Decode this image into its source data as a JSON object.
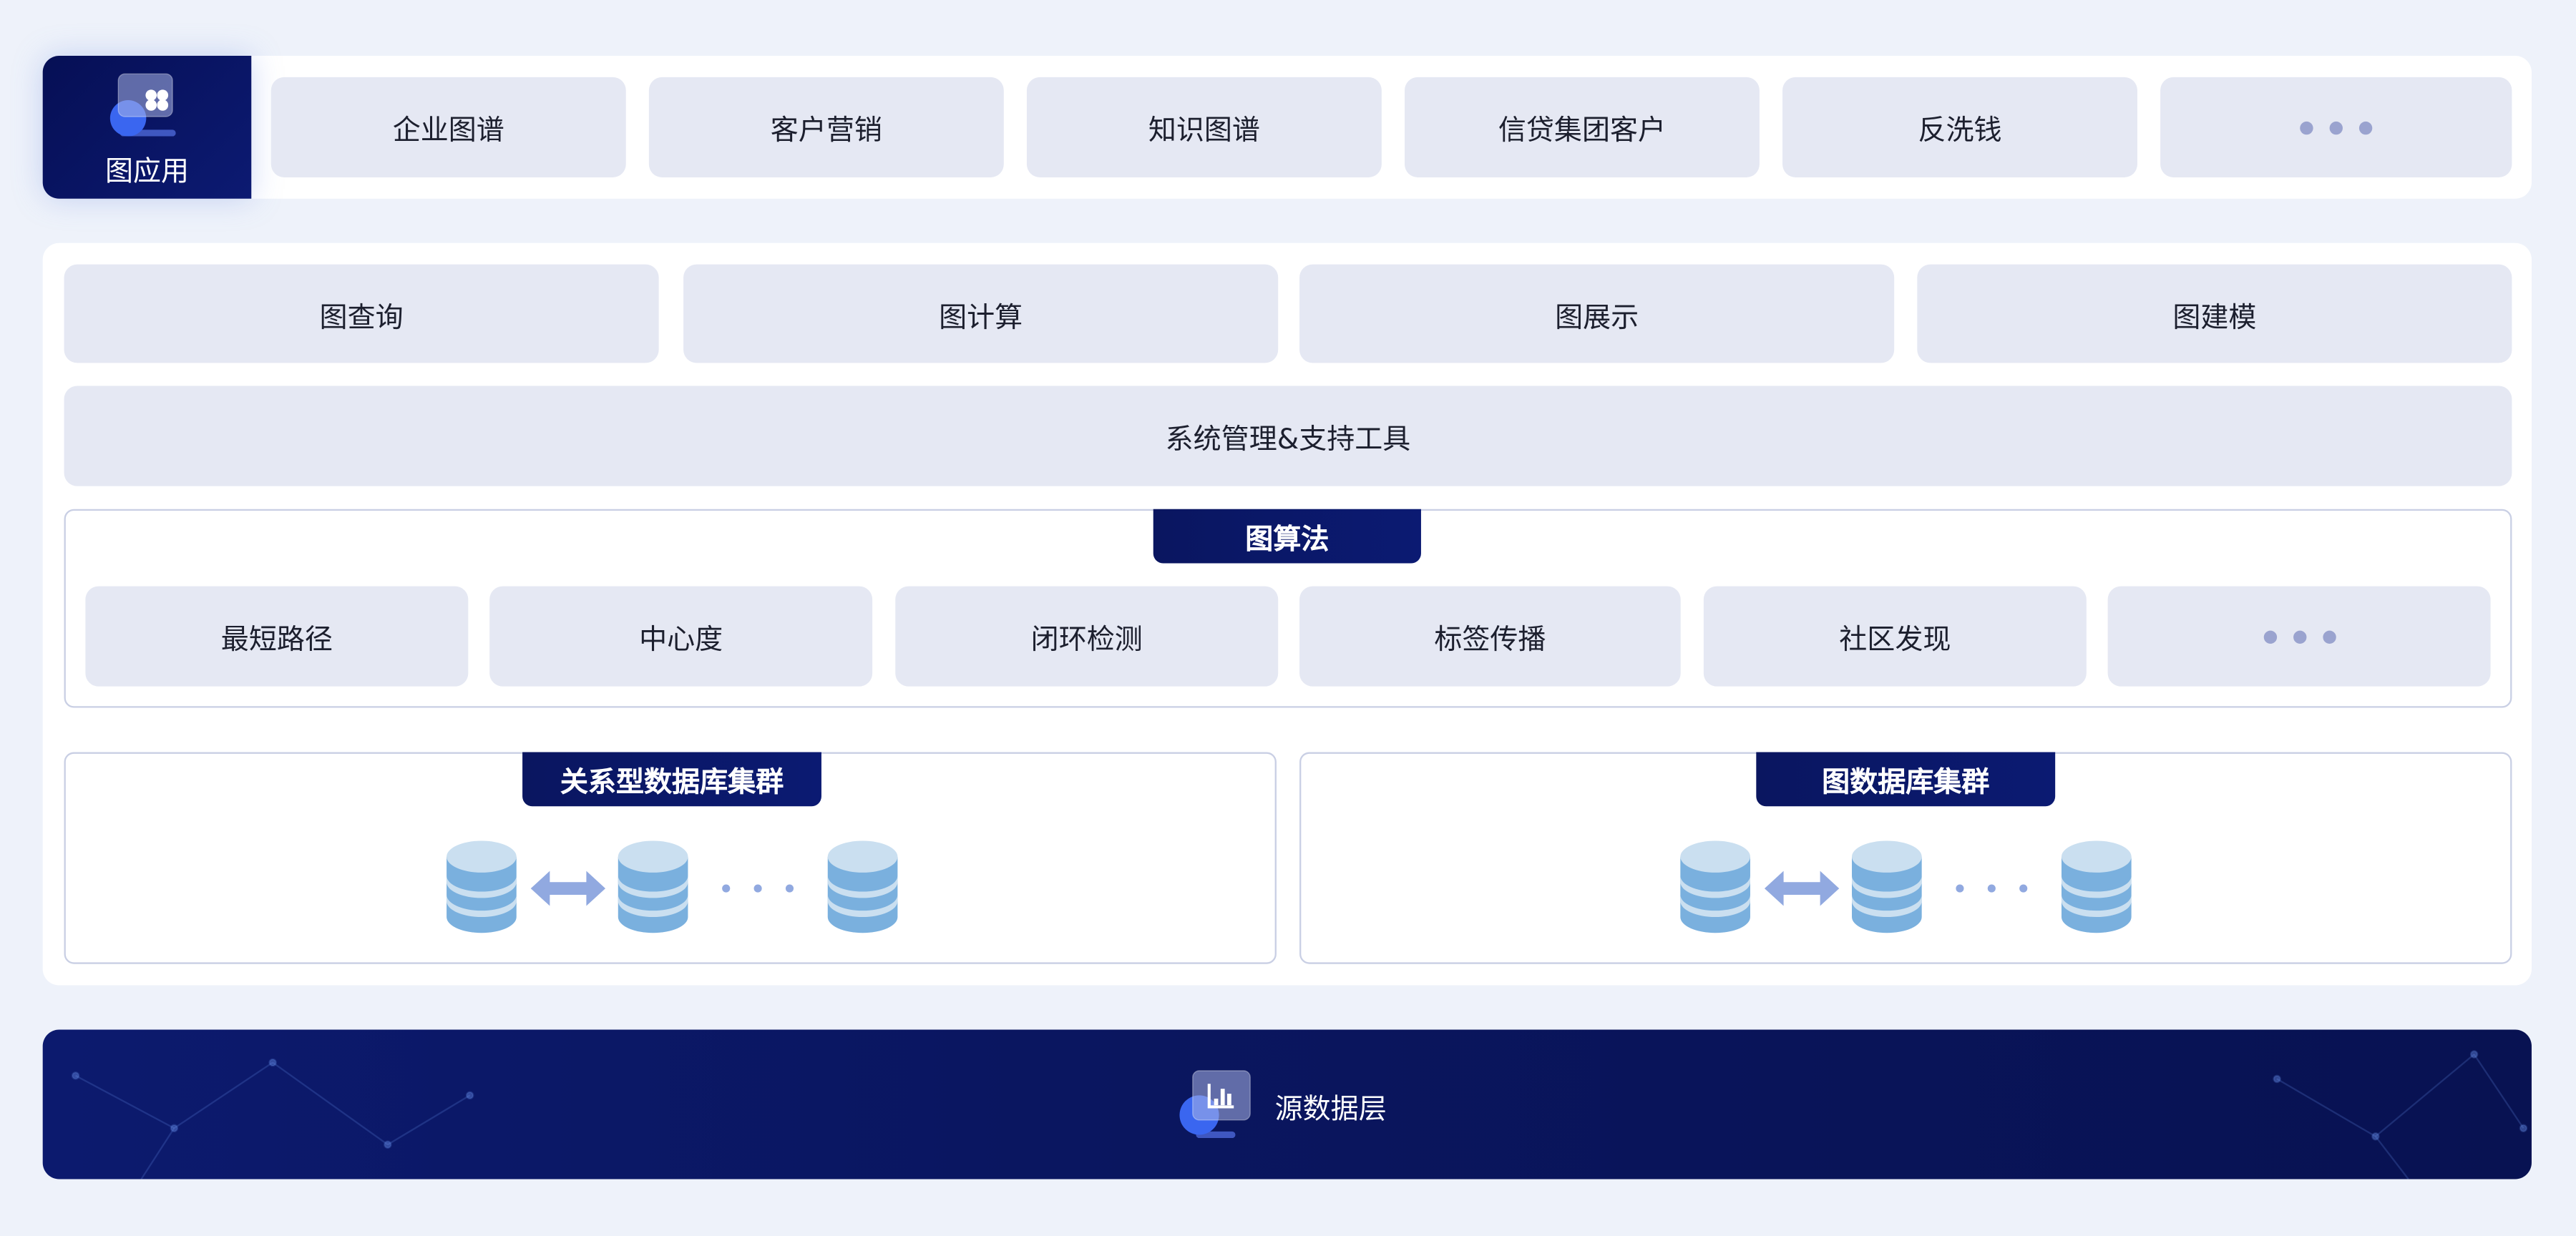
{
  "app_layer": {
    "title": "图应用",
    "items": [
      "企业图谱",
      "客户营销",
      "知识图谱",
      "信贷集团客户",
      "反洗钱"
    ],
    "more_icon": "ellipsis-icon"
  },
  "platform": {
    "features": [
      "图查询",
      "图计算",
      "图展示",
      "图建模"
    ],
    "system_tools": "系统管理&支持工具"
  },
  "algorithms": {
    "title": "图算法",
    "items": [
      "最短路径",
      "中心度",
      "闭环检测",
      "标签传播",
      "社区发现"
    ]
  },
  "clusters": [
    {
      "title": "关系型数据库集群"
    },
    {
      "title": "图数据库集群"
    }
  ],
  "source_layer": {
    "title": "源数据层"
  },
  "colors": {
    "navy": "#0a1660",
    "button_bg": "#e5e8f3",
    "db_blue": "#7ab0de",
    "db_light": "#cadff0",
    "arrow": "#91a9e0"
  }
}
